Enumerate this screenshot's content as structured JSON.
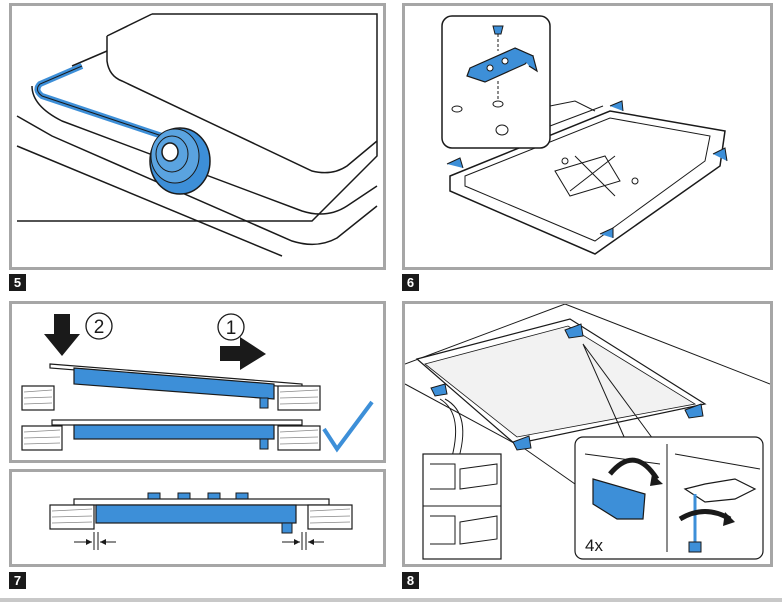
{
  "steps": {
    "step5": "5",
    "step6": "6",
    "step7": "7",
    "step8": "8"
  },
  "labels": {
    "push_number": "2",
    "slide_number": "1",
    "clamp_count": "4x"
  },
  "colors": {
    "accent": "#3d8fd8",
    "check": "#3d8fd8",
    "frame": "#a6a6a6",
    "line": "#1a1a1a"
  }
}
